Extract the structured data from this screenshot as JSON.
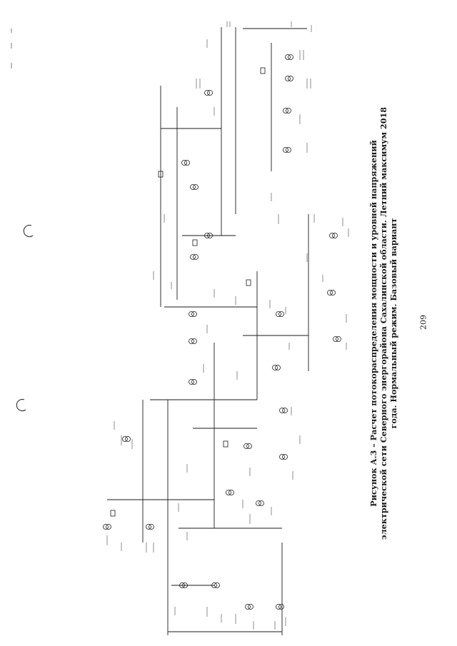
{
  "caption": {
    "line1": "Рисунок А.3 – Расчет потокораспределения мощности и уровней напряжений",
    "line2": "электрической сети Северного энергорайона Сахалинской области. Летний максимум 2018",
    "line3": "года. Нормальный режим. Базовый вариант"
  },
  "page_number": "209"
}
